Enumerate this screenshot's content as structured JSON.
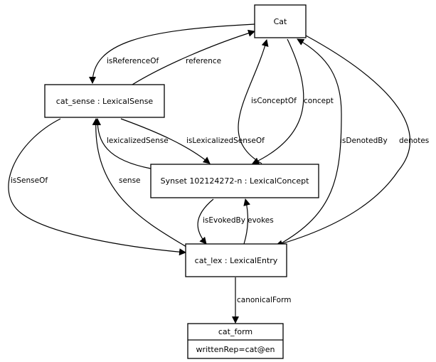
{
  "nodes": {
    "cat": "Cat",
    "cat_sense": "cat_sense : LexicalSense",
    "synset": "Synset 102124272-n : LexicalConcept",
    "cat_lex": "cat_lex : LexicalEntry",
    "cat_form": {
      "name": "cat_form",
      "attribute": "writtenRep=cat@en"
    }
  },
  "edges": {
    "is_reference_of": "isReferenceOf",
    "reference": "reference",
    "is_concept_of": "isConceptOf",
    "concept": "concept",
    "is_denoted_by": "isDenotedBy",
    "denotes": "denotes",
    "lexicalized_sense": "lexicalizedSense",
    "is_lexicalized_sense_of": "isLexicalizedSenseOf",
    "is_sense_of": "isSenseOf",
    "sense": "sense",
    "is_evoked_by": "isEvokedBy",
    "evokes": "evokes",
    "canonical_form": "canonicalForm"
  }
}
